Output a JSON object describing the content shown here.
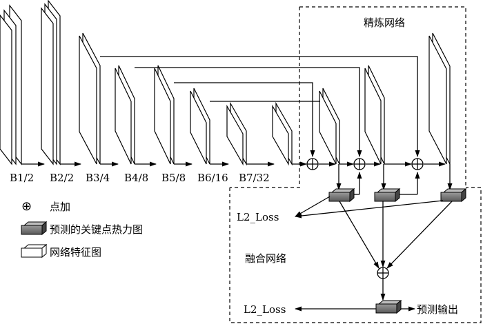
{
  "stages": [
    "B1/2",
    "B2/2",
    "B3/4",
    "B4/8",
    "B5/8",
    "B6/16",
    "B7/32"
  ],
  "refine_title": "精炼网络",
  "fusion_title": "融合网络",
  "loss_label": "L2_Loss",
  "output_label": "预测输出",
  "legend": {
    "add_symbol": "⊕",
    "add": "点加",
    "heatmap": "预测的关键点热力图",
    "feature": "网络特征图"
  }
}
